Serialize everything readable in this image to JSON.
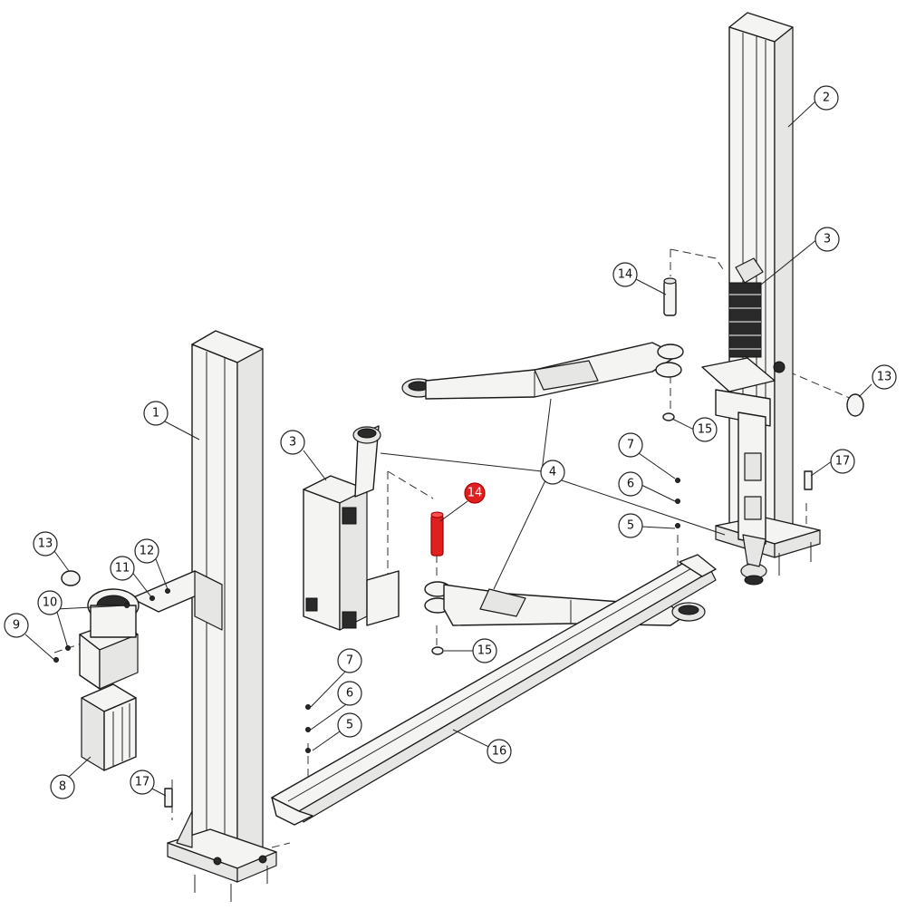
{
  "diagram": {
    "callouts": [
      {
        "id": "c1",
        "label": "1"
      },
      {
        "id": "c2",
        "label": "2"
      },
      {
        "id": "c3a",
        "label": "3"
      },
      {
        "id": "c3b",
        "label": "3"
      },
      {
        "id": "c4",
        "label": "4"
      },
      {
        "id": "c5a",
        "label": "5"
      },
      {
        "id": "c5b",
        "label": "5"
      },
      {
        "id": "c6a",
        "label": "6"
      },
      {
        "id": "c6b",
        "label": "6"
      },
      {
        "id": "c7a",
        "label": "7"
      },
      {
        "id": "c7b",
        "label": "7"
      },
      {
        "id": "c8",
        "label": "8"
      },
      {
        "id": "c9",
        "label": "9"
      },
      {
        "id": "c10",
        "label": "10"
      },
      {
        "id": "c11",
        "label": "11"
      },
      {
        "id": "c12",
        "label": "12"
      },
      {
        "id": "c13a",
        "label": "13"
      },
      {
        "id": "c13b",
        "label": "13"
      },
      {
        "id": "c14a",
        "label": "14"
      },
      {
        "id": "c14b",
        "label": "14"
      },
      {
        "id": "c15a",
        "label": "15"
      },
      {
        "id": "c15b",
        "label": "15"
      },
      {
        "id": "c16",
        "label": "16"
      },
      {
        "id": "c17a",
        "label": "17"
      },
      {
        "id": "c17b",
        "label": "17"
      }
    ],
    "highlight_color": "#e02020",
    "highlighted_part": "14"
  }
}
